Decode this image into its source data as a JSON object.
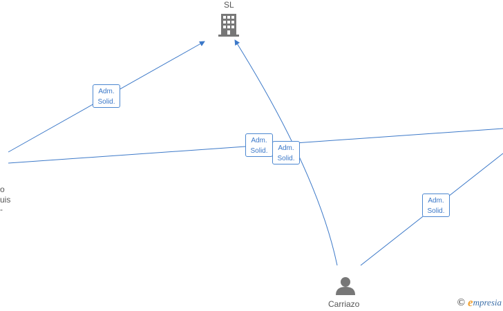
{
  "colors": {
    "edge": "#3b78c8",
    "label_border": "#4a86d0",
    "icon": "#777777",
    "text": "#555555"
  },
  "nodes": {
    "company": {
      "label": "SL",
      "icon": "building-icon"
    },
    "person_left": {
      "label_lines": [
        "o",
        "uis",
        "-"
      ]
    },
    "person_bottom": {
      "label": "Carriazo",
      "icon": "person-icon"
    }
  },
  "edges": [
    {
      "from": "person_left",
      "to": "company",
      "role": [
        "Adm.",
        "Solid."
      ]
    },
    {
      "from": "person_left",
      "to": "right_offscreen",
      "role": [
        "Adm.",
        "Solid."
      ]
    },
    {
      "from": "person_bottom",
      "to": "company",
      "role": [
        "Adm.",
        "Solid."
      ]
    },
    {
      "from": "person_bottom",
      "to": "right_offscreen",
      "role": [
        "Adm.",
        "Solid."
      ]
    }
  ],
  "watermark": {
    "copyright": "©",
    "brand_initial": "e",
    "brand_rest": "mpresia"
  }
}
